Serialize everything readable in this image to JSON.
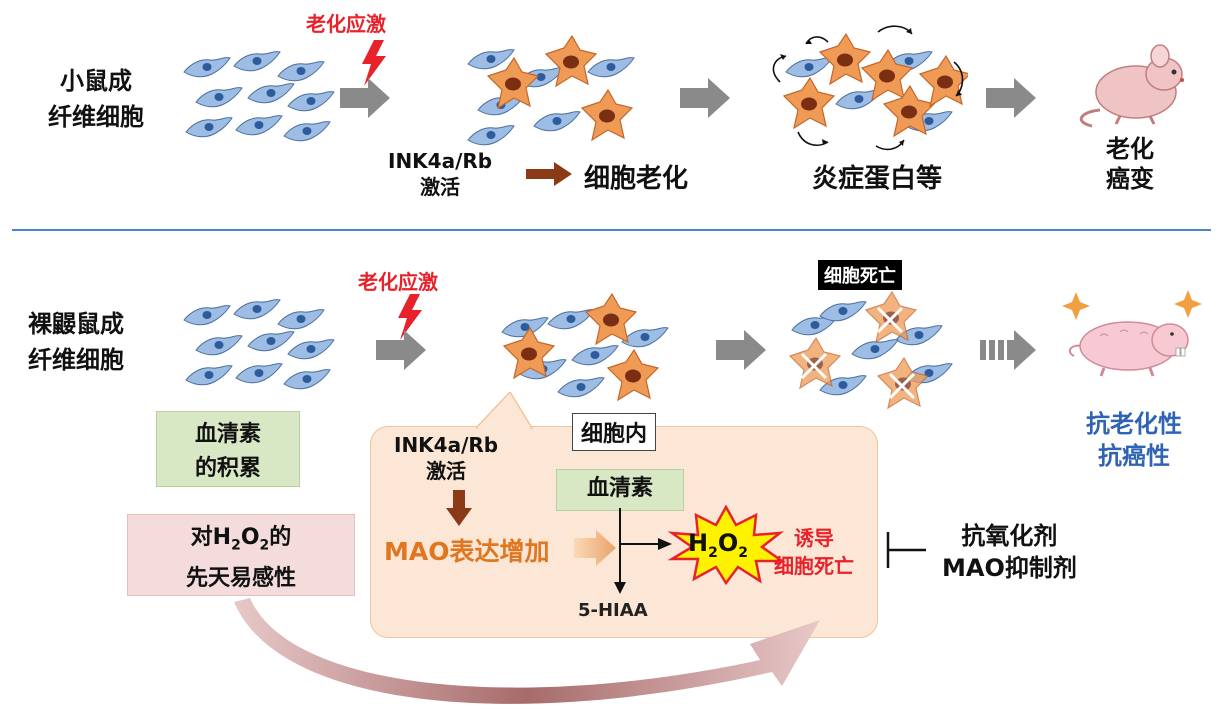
{
  "top": {
    "row_label_line1": "小鼠成",
    "row_label_line2": "纤维细胞",
    "stress": "老化应激",
    "ink_line1": "INK4a/Rb",
    "ink_line2": "激活",
    "senescence": "细胞老化",
    "inflammation": "炎症蛋白等",
    "outcome_line1": "老化",
    "outcome_line2": "癌变"
  },
  "bottom": {
    "row_label_line1": "裸鼹鼠成",
    "row_label_line2": "纤维细胞",
    "stress": "老化应激",
    "cell_death_tag": "细胞死亡",
    "outcome_line1": "抗老化性",
    "outcome_line2": "抗癌性",
    "serum_acc_line1": "血清素",
    "serum_acc_line2": "的积累",
    "h2o2_sens_line1_pre": "对H",
    "h2o2_sens_line1_sub1": "2",
    "h2o2_sens_line1_mid": "O",
    "h2o2_sens_line1_sub2": "2",
    "h2o2_sens_line1_post": "的",
    "h2o2_sens_line2": "先天易感性",
    "intracellular": "细胞内",
    "ink_line1": "INK4a/Rb",
    "ink_line2": "激活",
    "mao_increase": "MAO表达增加",
    "serotonin": "血清素",
    "h2o2_pre": "H",
    "h2o2_sub1": "2",
    "h2o2_mid": "O",
    "h2o2_sub2": "2",
    "hiaa": "5-HIAA",
    "induce_line1": "诱导",
    "induce_line2": "细胞死亡",
    "inhibitor_line1": "抗氧化剂",
    "inhibitor_line2": "MAO抑制剂"
  },
  "colors": {
    "normal_cell": "#8fb4dd",
    "normal_nucleus": "#2d5c9c",
    "senescent_cell": "#ef9a55",
    "senescent_nucleus": "#7a2e12",
    "arrow_gray": "#8a8a8a",
    "divider": "#4a86c5",
    "lightning": "#e8222a"
  }
}
